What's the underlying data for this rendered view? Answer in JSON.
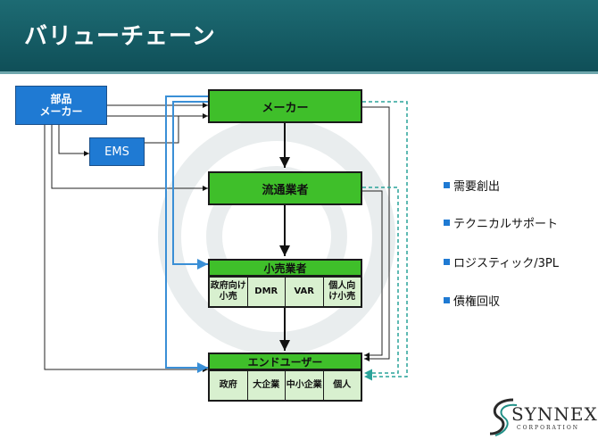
{
  "title": "バリューチェーン",
  "nodes": {
    "parts_maker": "部品\nメーカー",
    "ems": "EMS",
    "maker": "メーカー",
    "distributor": "流通業者",
    "retailer": "小売業者",
    "retail_subs": [
      "政府向け\n小売",
      "DMR",
      "VAR",
      "個人向\nけ小売"
    ],
    "end_user": "エンドユーザー",
    "end_user_subs": [
      "政府",
      "大企業",
      "中小企業",
      "個人"
    ]
  },
  "bullets": [
    "需要創出",
    "テクニカルサポート",
    "ロジスティック/3PL",
    "債権回収"
  ],
  "logo": {
    "word": "SYNNEX",
    "sub": "CORPORATION"
  },
  "colors": {
    "header": "#155d66",
    "blue_box": "#1f7ad3",
    "green_box": "#3fbf2a",
    "sub_cell": "#d8f0cf",
    "arrow_blue": "#3a8fd6",
    "arrow_teal": "#2aa39a"
  }
}
